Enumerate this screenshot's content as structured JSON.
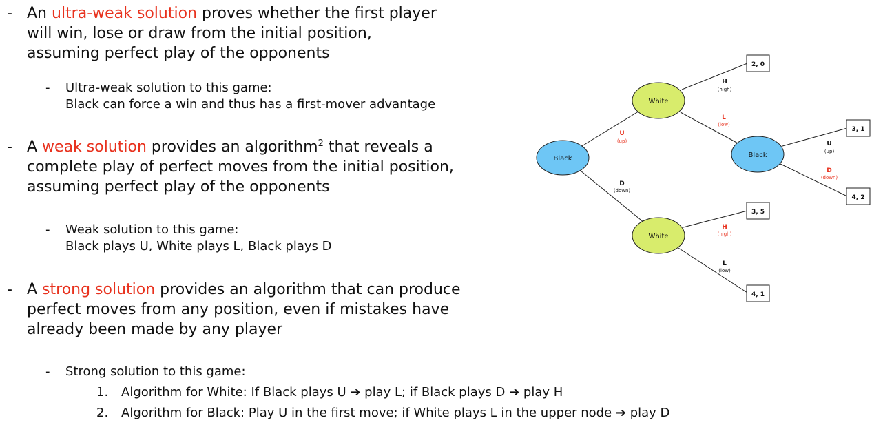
{
  "bullets": {
    "ultra": {
      "prefix": "An ",
      "term": "ultra-weak solution",
      "line1_rest": " proves whether the first player",
      "line2": "will win, lose or draw from the initial position,",
      "line3": "assuming perfect play of the opponents",
      "sub_line1": "Ultra-weak solution to this game:",
      "sub_line2": "Black can force a win and thus has a first-mover advantage"
    },
    "weak": {
      "prefix": "A ",
      "term": "weak solution",
      "line1_rest": " provides an algorithm",
      "footnote": "2",
      "line1_tail": " that reveals a",
      "line2": "complete play of perfect moves from the initial position,",
      "line3": "assuming perfect play of the opponents",
      "sub_line1": "Weak solution to this game:",
      "sub_line2": "Black plays U, White plays L, Black plays D"
    },
    "strong": {
      "prefix": "A ",
      "term": "strong solution",
      "line1_rest": " provides an algorithm that can produce",
      "line2": "perfect moves from any position, even if mistakes have",
      "line3": "already been made by any player",
      "sub_line1": "Strong solution to this game:",
      "items": [
        {
          "num": "1.",
          "text": "Algorithm for White: If Black plays U ➔ play L; if Black plays D ➔ play H"
        },
        {
          "num": "2.",
          "text": "Algorithm for Black: Play U in the first move; if White plays L in the upper node ➔ play D"
        }
      ]
    },
    "dash": "-"
  },
  "tree": {
    "colors": {
      "black_node": "#6ec6f5",
      "white_node": "#d8ec6c",
      "highlight": "#e8321e",
      "edge": "#222222"
    },
    "nodes": {
      "root": "Black",
      "upper_white": "White",
      "lower_white": "White",
      "inner_black": "Black"
    },
    "payoffs": {
      "top": "2, 0",
      "inner_up": "3, 1",
      "inner_down": "4, 2",
      "lower_high": "3, 5",
      "lower_low": "4, 1"
    },
    "edges": {
      "root_up": {
        "label": "U",
        "sub": "(up)",
        "highlighted": true
      },
      "root_down": {
        "label": "D",
        "sub": "(down)",
        "highlighted": false
      },
      "upper_high": {
        "label": "H",
        "sub": "(high)",
        "highlighted": false
      },
      "upper_low": {
        "label": "L",
        "sub": "(low)",
        "highlighted": true
      },
      "inner_up": {
        "label": "U",
        "sub": "(up)",
        "highlighted": false
      },
      "inner_down": {
        "label": "D",
        "sub": "(down)",
        "highlighted": true
      },
      "lower_high": {
        "label": "H",
        "sub": "(high)",
        "highlighted": true
      },
      "lower_low": {
        "label": "L",
        "sub": "(low)",
        "highlighted": false
      }
    }
  }
}
